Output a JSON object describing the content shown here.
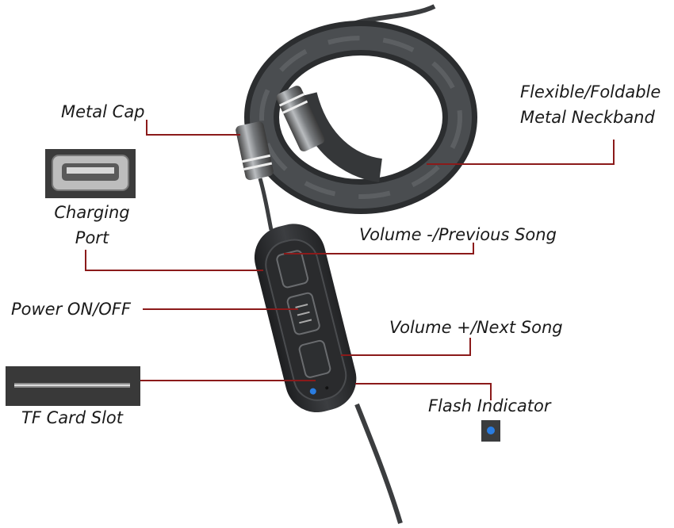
{
  "labels": {
    "metal_cap": "Metal Cap",
    "neckband_line1": "Flexible/Foldable",
    "neckband_line2": "Metal Neckband",
    "charging_line1": "Charging",
    "charging_line2": "Port",
    "volume_minus": "Volume -/Previous Song",
    "power": "Power ON/OFF",
    "volume_plus": "Volume +/Next Song",
    "flash": "Flash Indicator",
    "tf_card": "TF Card Slot"
  },
  "colors": {
    "callout_line": "#8b1a1a",
    "neckband": "#3a3c3e",
    "remote_body": "#2f3133",
    "led": "#2a7de1"
  }
}
